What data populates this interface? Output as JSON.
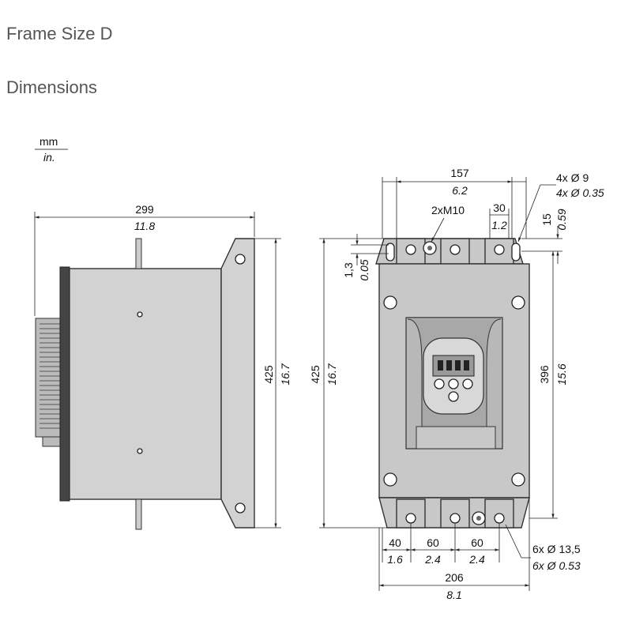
{
  "header": {
    "title": "Frame Size D",
    "subtitle": "Dimensions"
  },
  "units": {
    "metric": "mm",
    "imperial": "in."
  },
  "side_view": {
    "width_mm": "299",
    "width_in": "11.8",
    "height_mm": "425",
    "height_in": "16.7"
  },
  "front_view": {
    "height_mm": "425",
    "height_in": "16.7",
    "top_width_mm": "157",
    "top_width_in": "6.2",
    "holes_top_mm": "4x Ø 9",
    "holes_top_in": "4x Ø 0.35",
    "bolt_label": "2xM10",
    "spacing_30_mm": "30",
    "spacing_30_in": "1.2",
    "offset_15_mm": "15",
    "offset_15_in": "0.59",
    "offset_13_mm": "1,3",
    "offset_13_in": "0.05",
    "mount_height_mm": "396",
    "mount_height_in": "15.6",
    "bottom_40_mm": "40",
    "bottom_40_in": "1.6",
    "bottom_60a_mm": "60",
    "bottom_60a_in": "2.4",
    "bottom_60b_mm": "60",
    "bottom_60b_in": "2.4",
    "holes_bottom_mm": "6x Ø 13,5",
    "holes_bottom_in": "6x Ø 0.53",
    "base_width_mm": "206",
    "base_width_in": "8.1"
  }
}
